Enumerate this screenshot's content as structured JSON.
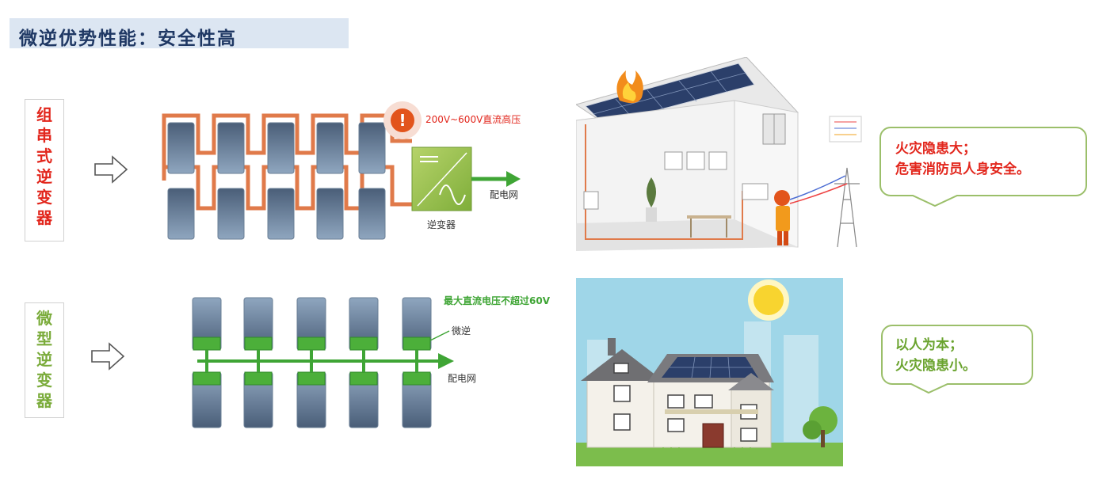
{
  "header": {
    "title": "微逆优势性能：安全性高"
  },
  "string_inverter": {
    "label_chars": [
      "组",
      "串",
      "式",
      "逆",
      "变",
      "器"
    ],
    "label_color": "#e2261c",
    "voltage_text": "200V~600V直流高压",
    "inverter_label": "逆变器",
    "grid_label": "配电网",
    "warning_icon": "!",
    "bubble_lines": [
      "火灾隐患大；",
      "危害消防员人身安全。"
    ],
    "bubble_color": "#e2261c"
  },
  "micro_inverter": {
    "label_chars": [
      "微",
      "型",
      "逆",
      "变",
      "器"
    ],
    "label_color": "#7aab3a",
    "voltage_text": "最大直流电压不超过60V",
    "micro_label": "微逆",
    "grid_label": "配电网",
    "bubble_lines": [
      "以人为本；",
      "火灾隐患小。"
    ],
    "bubble_color": "#6aa32e"
  },
  "colors": {
    "accent_green": "#3fa535",
    "wire_orange": "#e07a4a",
    "header_bg": "#dce6f2",
    "title": "#1f3864"
  },
  "icons": [
    "right-arrow-icon",
    "warning-icon",
    "house-fire-illustration",
    "firefighter-icon",
    "house-sun-illustration",
    "sun-icon",
    "tree-icon",
    "power-tower-icon"
  ]
}
